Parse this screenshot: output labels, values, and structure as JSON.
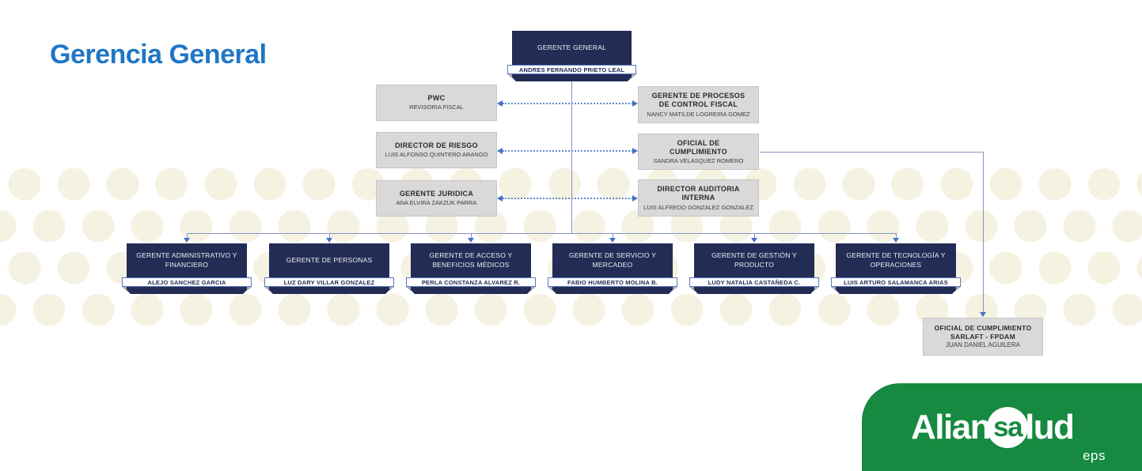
{
  "page": {
    "title": "Gerencia General"
  },
  "org": {
    "root": {
      "title": "GERENTE GENERAL",
      "name": "ANDRES FERNANDO PRIETO LEAL"
    },
    "staff_left": [
      {
        "title": "PWC",
        "name": "REVISORIA FISCAL"
      },
      {
        "title": "DIRECTOR DE RIESGO",
        "name": "LUIS ALFONSO QUINTERO ARANGO"
      },
      {
        "title": "GERENTE JURIDICA",
        "name": "ANA ELVIRA ZAKZUK PARRA"
      }
    ],
    "staff_right": [
      {
        "title": "GERENTE DE PROCESOS DE CONTROL FISCAL",
        "name": "NANCY MATILDE LOGREIRA GOMEZ"
      },
      {
        "title": "OFICIAL DE CUMPLIMIENTO",
        "name": "SANDRA VELASQUEZ ROMERO"
      },
      {
        "title": "DIRECTOR AUDITORIA INTERNA",
        "name": "LUIS ALFREDO GONZALEZ GONZALEZ"
      }
    ],
    "children": [
      {
        "title": "GERENTE ADMINISTRATIVO Y FINANCIERO",
        "name": "ALEJO SANCHEZ GARCIA"
      },
      {
        "title": "GERENTE DE PERSONAS",
        "name": "LUZ DARY VILLAR GONZALEZ"
      },
      {
        "title": "GERENTE DE ACCESO Y BENEFICIOS MÉDICOS",
        "name": "PERLA CONSTANZA ALVAREZ R."
      },
      {
        "title": "GERENTE DE SERVICIO Y MERCADEO",
        "name": "FABIO HUMBERTO MOLINA B."
      },
      {
        "title": "GERENTE DE GESTIÓN Y PRODUCTO",
        "name": "LUDY NATALIA CASTAÑEDA C."
      },
      {
        "title": "GERENTE DE TECNOLOGÍA Y OPERACIONES",
        "name": "LUIS ARTURO SALAMANCA ARIAS"
      }
    ],
    "compliance": {
      "title1": "OFICIAL DE CUMPLIMIENTO",
      "title2": "SARLAFT - FPDAM",
      "name": "JUAN DANIEL AGUILERA"
    }
  },
  "logo": {
    "word_start": "Alian",
    "word_circle": "sa",
    "word_end": "lud",
    "suffix": "eps"
  },
  "colors": {
    "navy_box": "#232c55",
    "accent_blue": "#4472c4",
    "connector_blue": "#8494c6",
    "title_blue": "#1f77c5",
    "logo_green": "#168a40",
    "gray_box": "#d9d9d9",
    "dot_cream": "#f5f2e2"
  }
}
